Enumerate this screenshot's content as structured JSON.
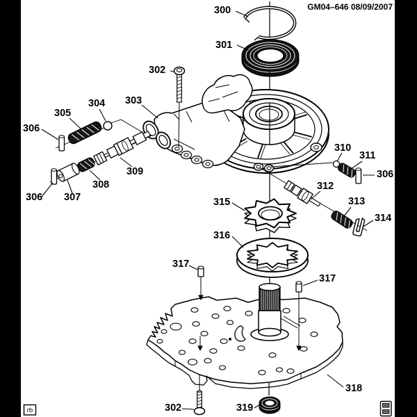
{
  "header": {
    "doc_code": "GM04–646 08/09/2007"
  },
  "footer": {
    "initials": "rb",
    "print_icon": "print-icon"
  },
  "callouts": {
    "c300": {
      "label": "300"
    },
    "c301": {
      "label": "301"
    },
    "c302_top": {
      "label": "302"
    },
    "c303": {
      "label": "303"
    },
    "c304": {
      "label": "304"
    },
    "c305": {
      "label": "305"
    },
    "c306_upper_left": {
      "label": "306"
    },
    "c306_lower_left": {
      "label": "306"
    },
    "c306_right": {
      "label": "306"
    },
    "c307": {
      "label": "307"
    },
    "c308": {
      "label": "308"
    },
    "c309": {
      "label": "309"
    },
    "c310": {
      "label": "310"
    },
    "c311": {
      "label": "311"
    },
    "c312": {
      "label": "312"
    },
    "c313": {
      "label": "313"
    },
    "c314": {
      "label": "314"
    },
    "c315": {
      "label": "315"
    },
    "c316": {
      "label": "316"
    },
    "c317_left": {
      "label": "317"
    },
    "c317_right": {
      "label": "317"
    },
    "c318": {
      "label": "318"
    },
    "c302_bottom": {
      "label": "302"
    },
    "c319": {
      "label": "319"
    }
  }
}
